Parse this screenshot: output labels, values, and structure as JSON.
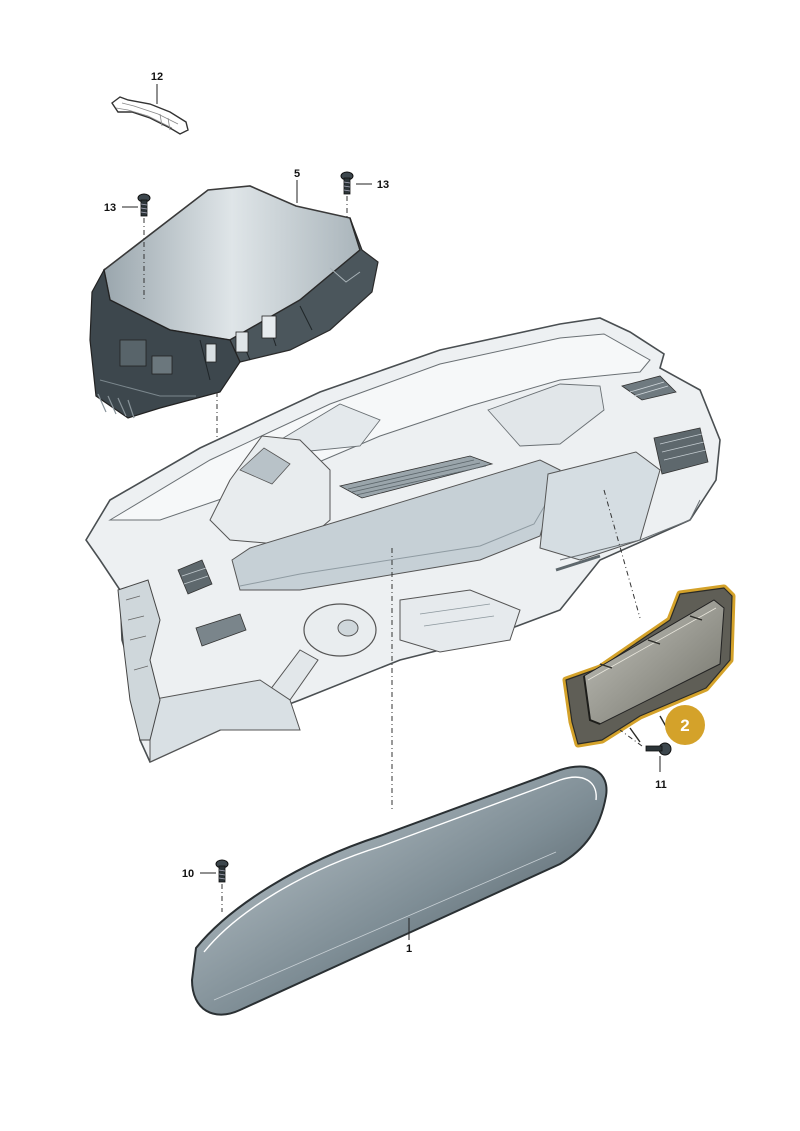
{
  "callouts": {
    "p1": "1",
    "p2": "2",
    "p5": "5",
    "p10": "10",
    "p11": "11",
    "p12": "12",
    "p13a": "13",
    "p13b": "13"
  },
  "colors": {
    "highlight": "#d4a22a",
    "badge": "#d4a22a",
    "dash_body": "#e8ecef",
    "dash_shadow": "#b7c1c7",
    "cluster_dark": "#3f4a50",
    "screen": "#7f8e96"
  }
}
